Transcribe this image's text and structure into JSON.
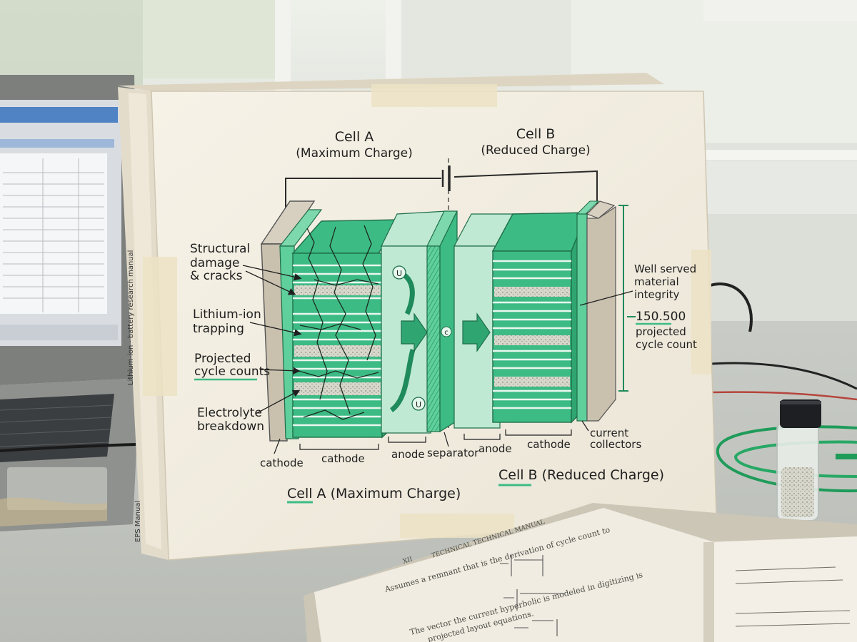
{
  "poster": {
    "cell_a_heading": "Cell A",
    "cell_a_subheading": "(Maximum Charge)",
    "cell_b_heading": "Cell B",
    "cell_b_subheading": "(Reduced Charge)",
    "left_notes": {
      "structural_1": "Structural",
      "structural_2": "damage",
      "structural_3": "& cracks",
      "trapping_1": "Lithium-ion",
      "trapping_2": "trapping",
      "projected_1": "Projected",
      "projected_2": "cycle counts",
      "electrolyte_1": "Electrolyte",
      "electrolyte_2": "breakdown"
    },
    "right_notes": {
      "integrity_1": "Well served",
      "integrity_2": "material",
      "integrity_3": "integrity",
      "cycle_value": "150.500",
      "cycle_label_1": "projected",
      "cycle_label_2": "cycle count"
    },
    "bottom_labels": {
      "cathode_a_outer": "cathode",
      "cathode_a": "cathode",
      "anode_a": "anode",
      "separator": "separator",
      "anode_b": "anode",
      "cathode_b": "cathode",
      "collectors_1": "current",
      "collectors_2": "collectors"
    },
    "footer_a": "Cell A (Maximum Charge)",
    "footer_b": "Cell B (Reduced Charge)",
    "ion_glyph": "U",
    "center_glyph": "c"
  },
  "binder_spine": {
    "title": "Lithium-ion · battery research manual",
    "code": "EPS Manual"
  },
  "book": {
    "header": "TECHNICAL TECHNICAL MANUAL",
    "page_no": "XII",
    "line_1": "Assumes a remnant that is the derivation of cycle count to",
    "line_2": "The vector the current hyperbolic is modeled in digitizing is",
    "line_3": "projected layout equations."
  },
  "colors": {
    "accent_green": "#3dbb85",
    "dark_green": "#1f8a5b",
    "paper": "#f3efe4"
  }
}
